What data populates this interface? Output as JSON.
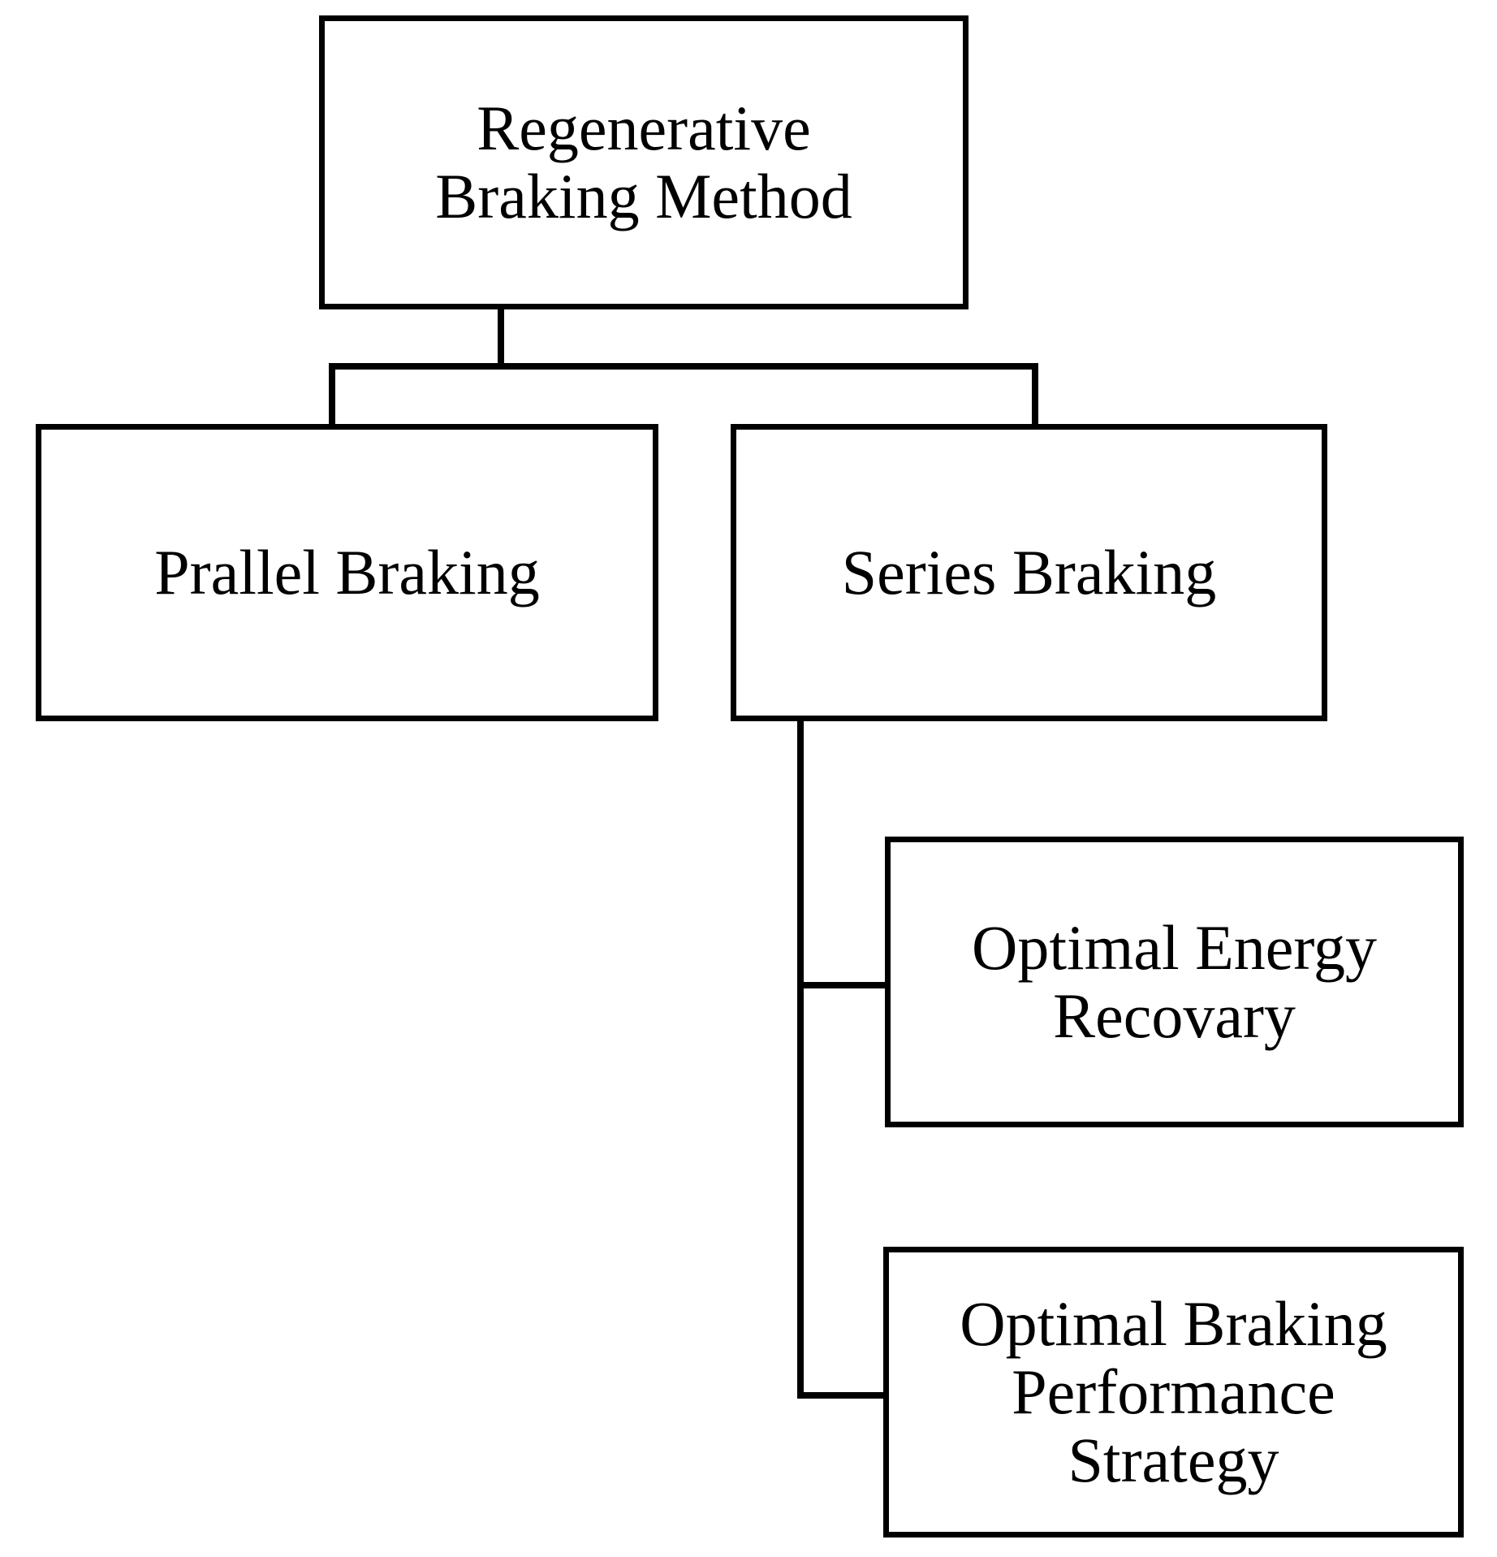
{
  "diagram": {
    "type": "tree",
    "background_color": "#FFFFFF",
    "line_color": "#000000",
    "text_color": "#000000",
    "nodes": [
      {
        "id": "root",
        "label": "Regenerative\nBraking Method",
        "level": 0
      },
      {
        "id": "parallel",
        "label": "Prallel  Braking",
        "level": 1
      },
      {
        "id": "series",
        "label": "Series Braking",
        "level": 1
      },
      {
        "id": "energy",
        "label": "Optimal Energy\nRecovary",
        "level": 2
      },
      {
        "id": "strategy",
        "label": "Optimal Braking\nPerformance\nStrategy",
        "level": 2
      }
    ],
    "edges": [
      {
        "from": "root",
        "to": "parallel"
      },
      {
        "from": "root",
        "to": "series"
      },
      {
        "from": "series",
        "to": "energy"
      },
      {
        "from": "series",
        "to": "strategy"
      }
    ]
  }
}
